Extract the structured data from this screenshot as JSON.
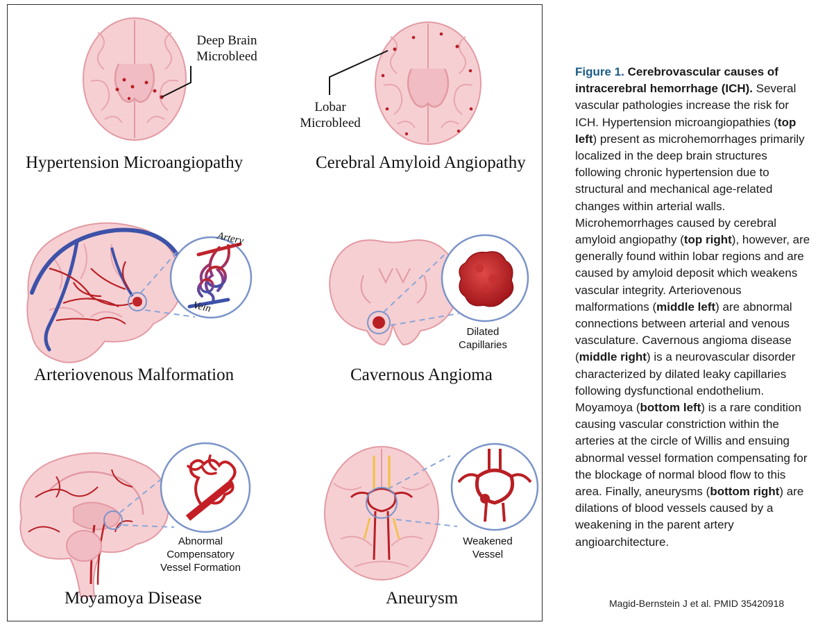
{
  "panels": {
    "top_left": {
      "title": "Hypertension Microangiopathy",
      "label": "Deep Brain\nMicrobleed"
    },
    "top_right": {
      "title": "Cerebral Amyloid Angiopathy",
      "label": "Lobar\nMicrobleed"
    },
    "middle_left": {
      "title": "Arteriovenous Malformation",
      "artery_label": "Artery",
      "vein_label": "Vein"
    },
    "middle_right": {
      "title": "Cavernous Angioma",
      "label": "Dilated\nCapillaries"
    },
    "bottom_left": {
      "title": "Moyamoya Disease",
      "label": "Abnormal\nCompensatory\nVessel Formation"
    },
    "bottom_right": {
      "title": "Aneurysm",
      "label": "Weakened\nVessel"
    }
  },
  "caption": {
    "figure_number": "Figure 1.",
    "title": "Cerebrovascular causes of intracerebral hemorrhage (ICH).",
    "segments": [
      {
        "text": " Several vascular pathologies increase the risk for ICH. Hypertension microangiopathies (",
        "bold": false
      },
      {
        "text": "top left",
        "bold": true
      },
      {
        "text": ") present as microhemorrhages primarily localized in the deep brain structures following chronic hypertension due to structural and mechanical age-related changes within arterial walls. Microhemorrhages caused by cerebral amyloid angiopathy (",
        "bold": false
      },
      {
        "text": "top right",
        "bold": true
      },
      {
        "text": "), however, are generally found within lobar regions and are caused by amyloid deposit which weakens vascular integrity. Arteriovenous malformations (",
        "bold": false
      },
      {
        "text": "middle left",
        "bold": true
      },
      {
        "text": ") are abnormal connections between arterial and venous vasculature. Cavernous angioma disease (",
        "bold": false
      },
      {
        "text": "middle right",
        "bold": true
      },
      {
        "text": ") is a neurovascular disorder characterized by dilated leaky capillaries following dysfunctional endothelium. Moyamoya (",
        "bold": false
      },
      {
        "text": "bottom left",
        "bold": true
      },
      {
        "text": ") is a rare condition causing vascular constriction within the arteries at the circle of Willis and ensuing abnormal vessel formation compensating for the blockage of normal blood flow to this area. Finally, aneurysms (",
        "bold": false
      },
      {
        "text": "bottom right",
        "bold": true
      },
      {
        "text": ") are dilations of blood vessels caused by a weakening in the parent artery angioarchitecture.",
        "bold": false
      }
    ]
  },
  "citation": "Magid-Bernstein J et al.  PMID  35420918",
  "colors": {
    "brain_fill": "#f6cfd3",
    "brain_outline": "#e29aa3",
    "blood": "#b81f24",
    "vein": "#3d52a8",
    "magnifier_ring": "#7b93c9",
    "leader_dash": "#8aa6d6",
    "caption_accent": "#1a5b86"
  }
}
